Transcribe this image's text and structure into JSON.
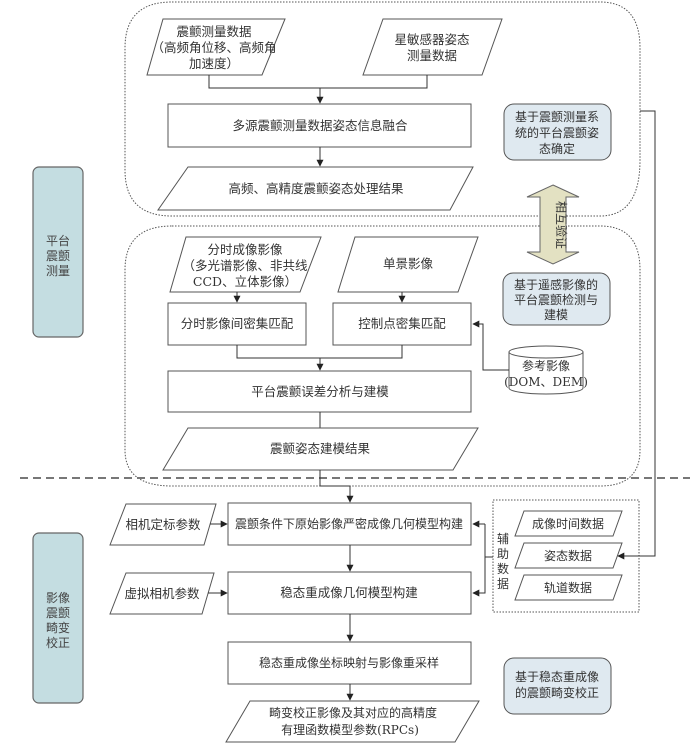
{
  "sections": {
    "platform_measurement": [
      "平台",
      "震颤",
      "测量"
    ],
    "image_correction": [
      "影像",
      "震颤",
      "畸变",
      "校正"
    ]
  },
  "top_region": {
    "jitter_data": [
      "震颤测量数据",
      "（高频角位移、高频角",
      "加速度）"
    ],
    "star_sensor": [
      "星敏感器姿态",
      "测量数据"
    ],
    "fusion": "多源震颤测量数据姿态信息融合",
    "result": "高频、高精度震颤姿态处理结果",
    "note": [
      "基于震颤测量系",
      "统的平台震颤姿",
      "态确定"
    ]
  },
  "mutual_verification": "相互验证",
  "middle_region": {
    "time_share_images": [
      "分时成像影像",
      "（多光谱影像、非共线",
      "CCD、立体影像）"
    ],
    "single_scene": "单景影像",
    "time_share_matching": "分时影像间密集匹配",
    "control_point_matching": "控制点密集匹配",
    "reference_image": [
      "参考影像",
      "(DOM、DEM)"
    ],
    "error_analysis": "平台震颤误差分析与建模",
    "modeling_result": "震颤姿态建模结果",
    "note": [
      "基于遥感影像的",
      "平台震颤检测与",
      "建模"
    ]
  },
  "bottom_region": {
    "camera_calibration": "相机定标参数",
    "virtual_camera": "虚拟相机参数",
    "rigorous_model": "震颤条件下原始影像严密成像几何模型构建",
    "steady_model": "稳态重成像几何模型构建",
    "resampling": "稳态重成像坐标映射与影像重采样",
    "final_result": [
      "畸变校正影像及其对应的高精度",
      "有理函数模型参数(RPCs)"
    ],
    "aux_label": [
      "辅",
      "助",
      "数",
      "据"
    ],
    "aux_items": [
      "成像时间数据",
      "姿态数据",
      "轨道数据"
    ],
    "note": [
      "基于稳态重成像",
      "的震颤畸变校正"
    ]
  }
}
